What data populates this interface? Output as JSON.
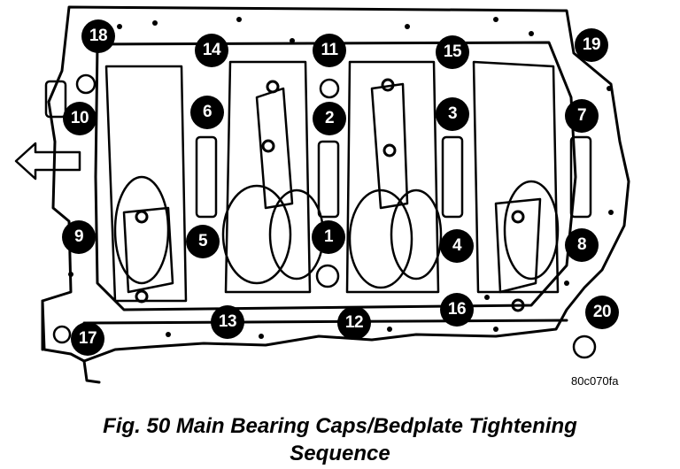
{
  "figure_code": "80c070fa",
  "caption": {
    "line1": "Fig. 50 Main Bearing Caps/Bedplate Tightening",
    "line2": "Sequence"
  },
  "callouts": [
    "1",
    "2",
    "3",
    "4",
    "5",
    "6",
    "7",
    "8",
    "9",
    "10",
    "11",
    "12",
    "13",
    "14",
    "15",
    "16",
    "17",
    "18",
    "19",
    "20"
  ]
}
